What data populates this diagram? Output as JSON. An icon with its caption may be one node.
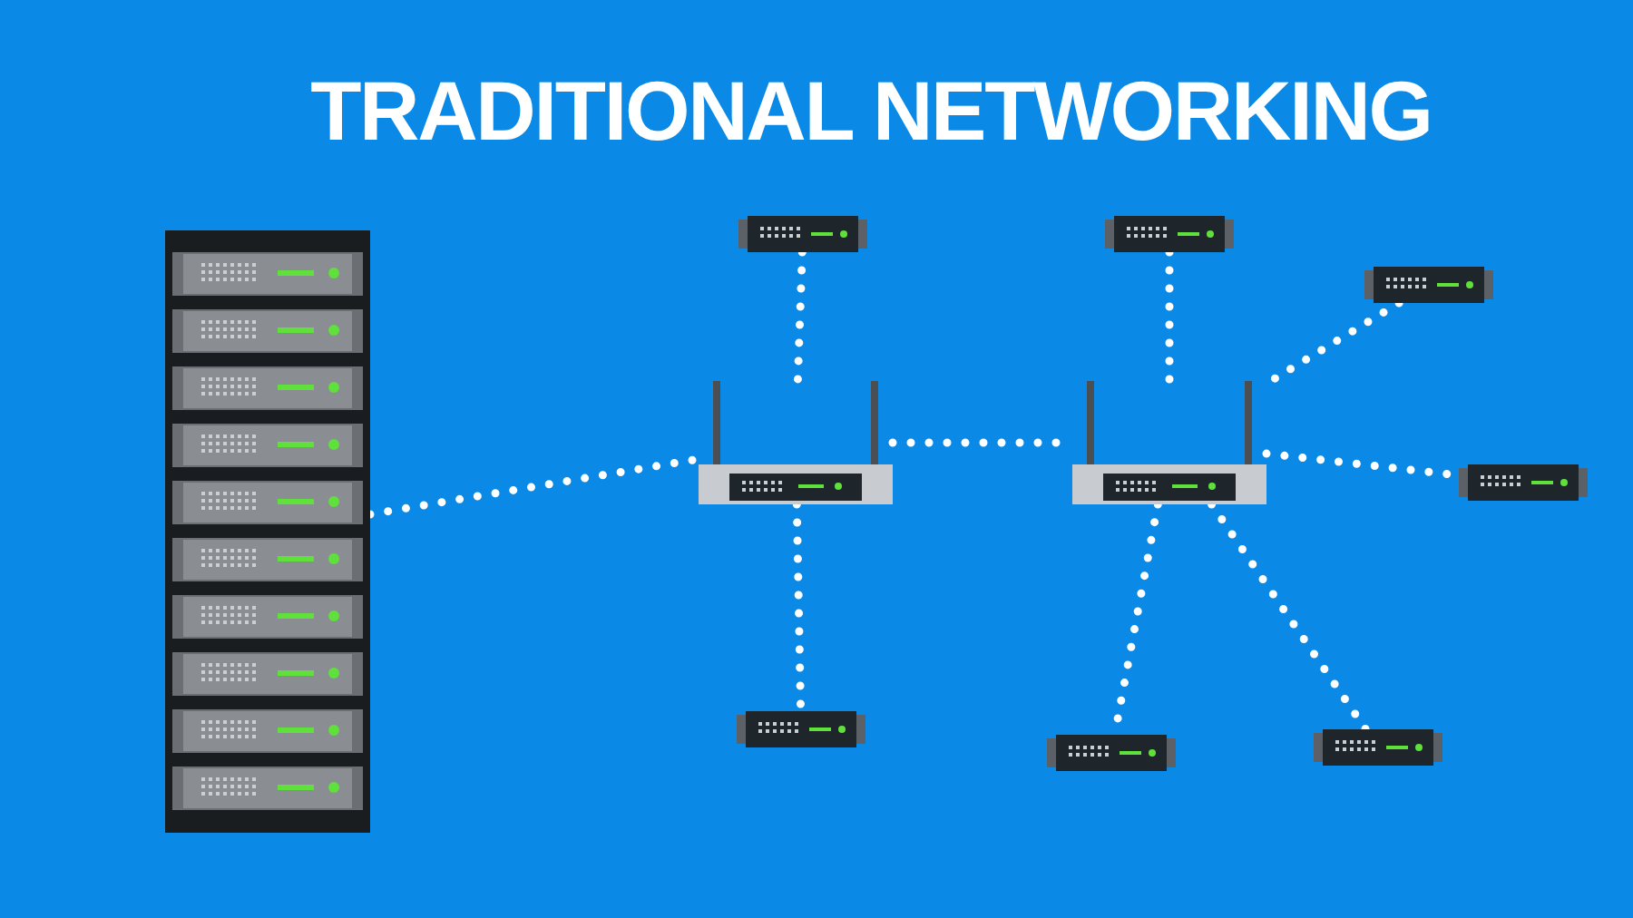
{
  "diagram": {
    "title": "TRADITIONAL NETWORKING",
    "nodes": [
      {
        "text": [],
        "shape": "picture"
      },
      {
        "text": [],
        "shape": "picture"
      },
      {
        "text": [],
        "shape": "picture"
      },
      {
        "text": [],
        "shape": "picture"
      },
      {
        "text": [],
        "shape": "picture"
      },
      {
        "text": [],
        "shape": "picture"
      },
      {
        "text": [],
        "shape": "picture"
      },
      {
        "text": [],
        "shape": "picture"
      },
      {
        "text": [],
        "shape": "picture"
      },
      {
        "text": [],
        "shape": "picture"
      }
    ],
    "edges": [
      {
        "from": 0,
        "to": 1,
        "arrow": "none"
      },
      {
        "from": 1,
        "to": 2,
        "arrow": "none"
      },
      {
        "from": 3,
        "to": 1,
        "arrow": "none"
      },
      {
        "from": 1,
        "to": 7,
        "arrow": "none"
      },
      {
        "from": 4,
        "to": 2,
        "arrow": "none"
      },
      {
        "from": 5,
        "to": 2,
        "arrow": "none"
      },
      {
        "from": 2,
        "to": 6,
        "arrow": "none"
      },
      {
        "from": 2,
        "to": 8,
        "arrow": "none"
      },
      {
        "from": 2,
        "to": 9,
        "arrow": "none"
      }
    ]
  }
}
